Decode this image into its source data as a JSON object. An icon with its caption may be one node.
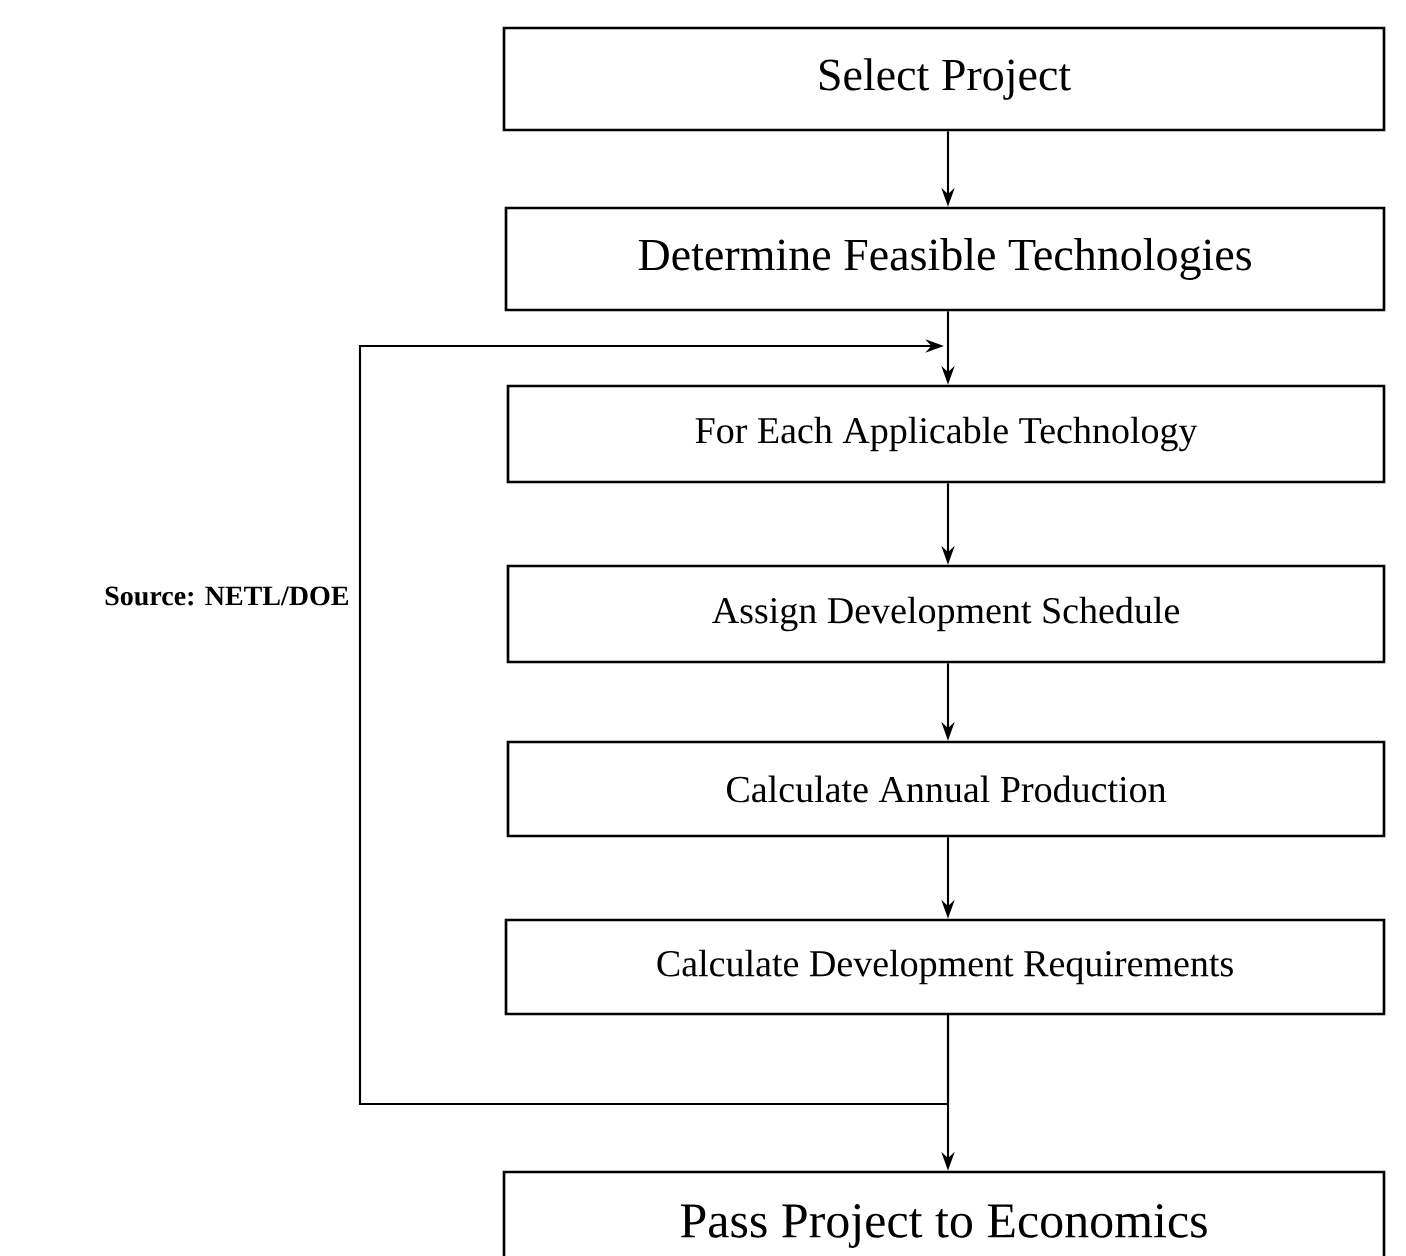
{
  "diagram": {
    "nodes": [
      {
        "text": [
          "Select Project"
        ]
      },
      {
        "text": [
          "Determine Feasible Technologies"
        ]
      },
      {
        "text": [
          "For Each Applicable Technology"
        ]
      },
      {
        "text": [
          "Assign Development Schedule"
        ]
      },
      {
        "text": [
          "Calculate Annual Production"
        ]
      },
      {
        "text": [
          "Calculate Development Requirements"
        ]
      },
      {
        "text": [
          "Pass Project to Economics"
        ]
      }
    ],
    "edges": [
      {
        "from": 0,
        "to": 1,
        "arrow": "to"
      },
      {
        "from": 1,
        "to": 2,
        "arrow": "to"
      },
      {
        "from": 2,
        "to": 3,
        "arrow": "to"
      },
      {
        "from": 3,
        "to": 4,
        "arrow": "to"
      },
      {
        "from": 4,
        "to": 5,
        "arrow": "to"
      },
      {
        "from": 5,
        "to": 6,
        "arrow": "to"
      },
      {
        "from": 5,
        "to": 2,
        "arrow": "to"
      }
    ],
    "labels": [
      "Source: NETL/DOE"
    ]
  }
}
